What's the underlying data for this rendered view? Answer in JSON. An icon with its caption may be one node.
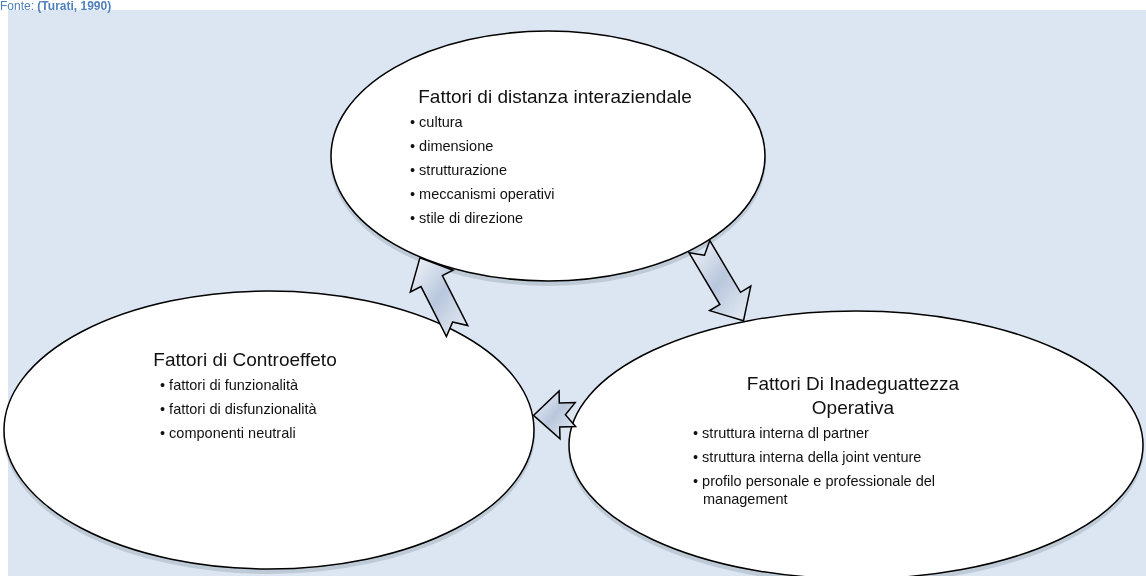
{
  "diagram": {
    "nodes": [
      {
        "text": [
          "Fattori di distanza interaziendale",
          "• cultura",
          "• dimensione",
          "• strutturazione",
          "• meccanismi operativi",
          "• stile di direzione"
        ]
      },
      {
        "text": [
          "Fattori Di Inadeguattezza Operativa",
          "• struttura interna dl partner",
          "• struttura interna della joint venture",
          "• profilo personale e professionale del management"
        ]
      },
      {
        "text": [
          "Fattori di Controeffeto",
          "• fattori di funzionalità",
          "• fattori di disfunzionalità",
          "• componenti neutrali"
        ]
      }
    ],
    "edges": [
      {
        "from": 0,
        "to": 1,
        "arrow": "to"
      },
      {
        "from": 1,
        "to": 2,
        "arrow": "to"
      },
      {
        "from": 2,
        "to": 0,
        "arrow": "to"
      }
    ],
    "labels": [
      "Fonte: **(Turati, 1990)**"
    ]
  }
}
